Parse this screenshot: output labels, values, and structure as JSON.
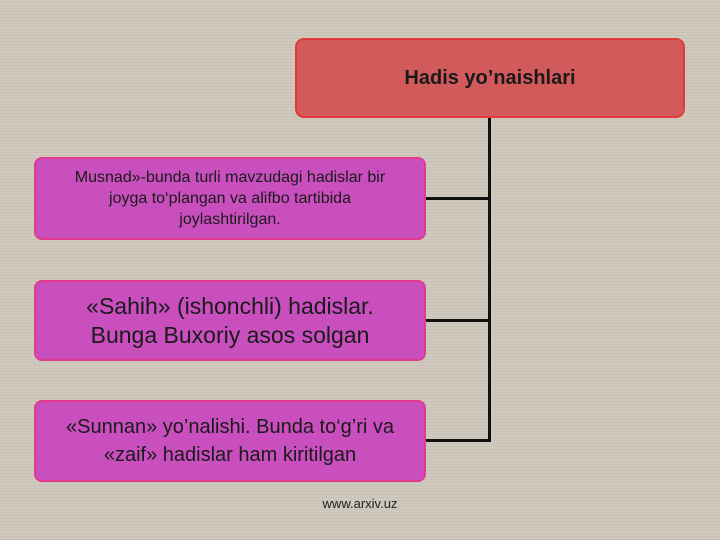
{
  "diagram": {
    "root": {
      "label": "Hadis yo’naishlari"
    },
    "branches": [
      {
        "label": "Musnad»-bunda turli mavzudagi hadislar bir joyga to‘plangan va alifbo tartibida joylashtirilgan."
      },
      {
        "label": "«Sahih» (ishonchli) hadislar. Bunga Buxoriy asos solgan"
      },
      {
        "label": "«Sunnan» yo’nalishi. Bunda to‘g’ri va «zaif» hadislar ham kiritilgan"
      }
    ],
    "colors": {
      "root_fill": "#d35a5a",
      "root_border": "#e23a3a",
      "branch_fill": "#c94fbf",
      "branch_border": "#e23a8f",
      "connector": "#111111",
      "background": "#cfc8bc"
    }
  },
  "footer": {
    "source": "www.arxiv.uz"
  }
}
